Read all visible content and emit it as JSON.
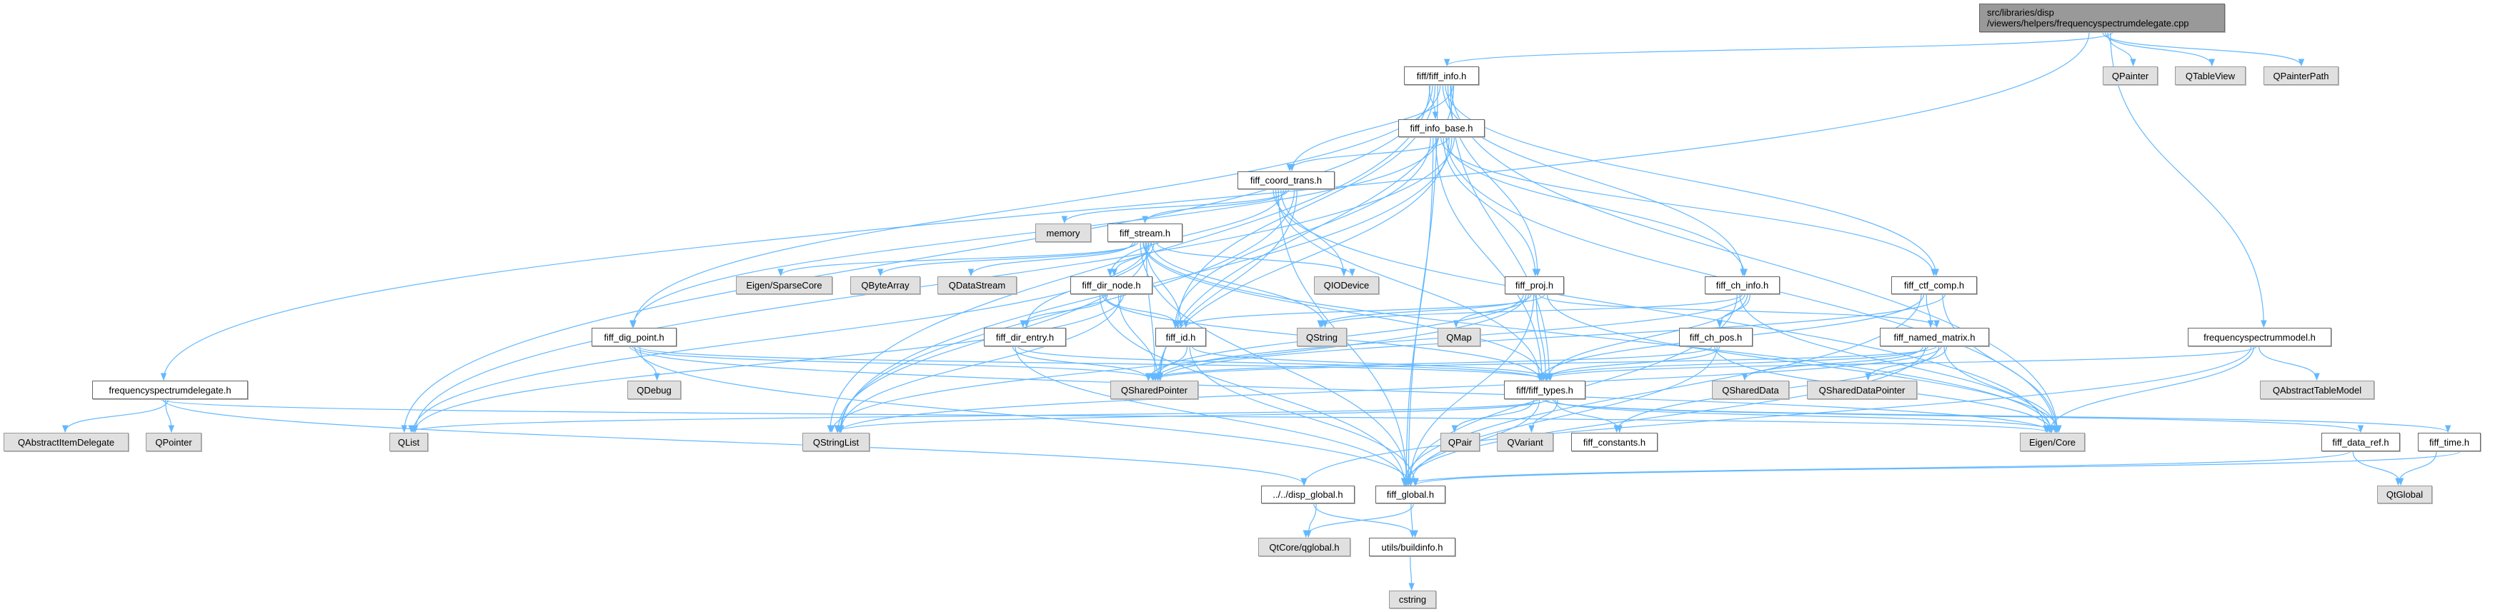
{
  "graph": {
    "colors": {
      "edge": "#63b8ff",
      "node_fill": "#ffffff",
      "external_fill": "#e0e0e0",
      "root_fill": "#999999",
      "border": "#666666"
    },
    "nodes": {
      "root": {
        "label": "src/libraries/disp\n/viewers/helpers/frequencyspectrumdelegate.cpp",
        "kind": "root"
      },
      "info": {
        "label": "fiff/fiff_info.h",
        "kind": "file"
      },
      "QPainter": {
        "label": "QPainter",
        "kind": "ext"
      },
      "QTableView": {
        "label": "QTableView",
        "kind": "ext"
      },
      "QPainterPath": {
        "label": "QPainterPath",
        "kind": "ext"
      },
      "info_base": {
        "label": "fiff_info_base.h",
        "kind": "file"
      },
      "coord_trans": {
        "label": "fiff_coord_trans.h",
        "kind": "file"
      },
      "memory": {
        "label": "memory",
        "kind": "ext"
      },
      "stream": {
        "label": "fiff_stream.h",
        "kind": "file"
      },
      "SparseCore": {
        "label": "Eigen/SparseCore",
        "kind": "ext"
      },
      "QByteArray": {
        "label": "QByteArray",
        "kind": "ext"
      },
      "QDataStream": {
        "label": "QDataStream",
        "kind": "ext"
      },
      "dir_node": {
        "label": "fiff_dir_node.h",
        "kind": "file"
      },
      "QIODevice": {
        "label": "QIODevice",
        "kind": "ext"
      },
      "proj": {
        "label": "fiff_proj.h",
        "kind": "file"
      },
      "ch_info": {
        "label": "fiff_ch_info.h",
        "kind": "file"
      },
      "ctf_comp": {
        "label": "fiff_ctf_comp.h",
        "kind": "file"
      },
      "dig_point": {
        "label": "fiff_dig_point.h",
        "kind": "file"
      },
      "dir_entry": {
        "label": "fiff_dir_entry.h",
        "kind": "file"
      },
      "id": {
        "label": "fiff_id.h",
        "kind": "file"
      },
      "QString": {
        "label": "QString",
        "kind": "ext"
      },
      "QMap": {
        "label": "QMap",
        "kind": "ext"
      },
      "ch_pos": {
        "label": "fiff_ch_pos.h",
        "kind": "file"
      },
      "named_matrix": {
        "label": "fiff_named_matrix.h",
        "kind": "file"
      },
      "fsmodel": {
        "label": "frequencyspectrummodel.h",
        "kind": "file"
      },
      "fsdelegate": {
        "label": "frequencyspectrumdelegate.h",
        "kind": "file"
      },
      "QDebug": {
        "label": "QDebug",
        "kind": "ext"
      },
      "QSharedPointer": {
        "label": "QSharedPointer",
        "kind": "ext"
      },
      "types": {
        "label": "fiff/fiff_types.h",
        "kind": "file"
      },
      "QSharedData": {
        "label": "QSharedData",
        "kind": "ext"
      },
      "QSharedDataPointer": {
        "label": "QSharedDataPointer",
        "kind": "ext"
      },
      "QAbstractTableModel": {
        "label": "QAbstractTableModel",
        "kind": "ext"
      },
      "QAbstractItemDelegate": {
        "label": "QAbstractItemDelegate",
        "kind": "ext"
      },
      "QPointer": {
        "label": "QPointer",
        "kind": "ext"
      },
      "QList": {
        "label": "QList",
        "kind": "ext"
      },
      "QStringList": {
        "label": "QStringList",
        "kind": "ext"
      },
      "QPair": {
        "label": "QPair",
        "kind": "ext"
      },
      "QVariant": {
        "label": "QVariant",
        "kind": "ext"
      },
      "constants": {
        "label": "fiff_constants.h",
        "kind": "file"
      },
      "EigenCore": {
        "label": "Eigen/Core",
        "kind": "ext"
      },
      "data_ref": {
        "label": "fiff_data_ref.h",
        "kind": "file"
      },
      "time": {
        "label": "fiff_time.h",
        "kind": "file"
      },
      "disp_global": {
        "label": "../../disp_global.h",
        "kind": "file"
      },
      "global": {
        "label": "fiff_global.h",
        "kind": "file"
      },
      "QtGlobal": {
        "label": "QtGlobal",
        "kind": "ext"
      },
      "qglobal": {
        "label": "QtCore/qglobal.h",
        "kind": "ext"
      },
      "buildinfo": {
        "label": "utils/buildinfo.h",
        "kind": "file"
      },
      "cstring": {
        "label": "cstring",
        "kind": "ext"
      }
    },
    "edges": [
      [
        "root",
        "fsdelegate"
      ],
      [
        "root",
        "info"
      ],
      [
        "root",
        "fsmodel"
      ],
      [
        "root",
        "QPainter"
      ],
      [
        "root",
        "QTableView"
      ],
      [
        "root",
        "QPainterPath"
      ],
      [
        "fsdelegate",
        "QAbstractItemDelegate"
      ],
      [
        "fsdelegate",
        "QPointer"
      ],
      [
        "fsdelegate",
        "disp_global"
      ],
      [
        "fsdelegate",
        "EigenCore"
      ],
      [
        "info",
        "info_base"
      ],
      [
        "info",
        "coord_trans"
      ],
      [
        "info",
        "types"
      ],
      [
        "info",
        "proj"
      ],
      [
        "info",
        "ctf_comp"
      ],
      [
        "info",
        "ch_info"
      ],
      [
        "info",
        "dig_point"
      ],
      [
        "info",
        "global"
      ],
      [
        "info",
        "id"
      ],
      [
        "info",
        "QList"
      ],
      [
        "info",
        "QStringList"
      ],
      [
        "info",
        "QSharedPointer"
      ],
      [
        "info",
        "EigenCore"
      ],
      [
        "info_base",
        "coord_trans"
      ],
      [
        "info_base",
        "ch_info"
      ],
      [
        "info_base",
        "proj"
      ],
      [
        "info_base",
        "ctf_comp"
      ],
      [
        "info_base",
        "dig_point"
      ],
      [
        "info_base",
        "types"
      ],
      [
        "info_base",
        "global"
      ],
      [
        "info_base",
        "id"
      ],
      [
        "info_base",
        "QList"
      ],
      [
        "info_base",
        "QStringList"
      ],
      [
        "info_base",
        "QSharedPointer"
      ],
      [
        "info_base",
        "EigenCore"
      ],
      [
        "coord_trans",
        "memory"
      ],
      [
        "coord_trans",
        "stream"
      ],
      [
        "coord_trans",
        "dir_node"
      ],
      [
        "coord_trans",
        "QIODevice"
      ],
      [
        "coord_trans",
        "global"
      ],
      [
        "coord_trans",
        "types"
      ],
      [
        "coord_trans",
        "EigenCore"
      ],
      [
        "coord_trans",
        "QSharedPointer"
      ],
      [
        "coord_trans",
        "QStringList"
      ],
      [
        "stream",
        "dir_node"
      ],
      [
        "stream",
        "dir_entry"
      ],
      [
        "stream",
        "id"
      ],
      [
        "stream",
        "types"
      ],
      [
        "stream",
        "global"
      ],
      [
        "stream",
        "SparseCore"
      ],
      [
        "stream",
        "QByteArray"
      ],
      [
        "stream",
        "QDataStream"
      ],
      [
        "stream",
        "QIODevice"
      ],
      [
        "stream",
        "QList"
      ],
      [
        "stream",
        "QString"
      ],
      [
        "stream",
        "QStringList"
      ],
      [
        "stream",
        "QSharedPointer"
      ],
      [
        "stream",
        "EigenCore"
      ],
      [
        "dir_node",
        "dir_entry"
      ],
      [
        "dir_node",
        "id"
      ],
      [
        "dir_node",
        "types"
      ],
      [
        "dir_node",
        "global"
      ],
      [
        "dir_node",
        "QList"
      ],
      [
        "dir_node",
        "QStringList"
      ],
      [
        "dir_node",
        "QSharedPointer"
      ],
      [
        "proj",
        "named_matrix"
      ],
      [
        "proj",
        "types"
      ],
      [
        "proj",
        "global"
      ],
      [
        "proj",
        "QString"
      ],
      [
        "proj",
        "QMap"
      ],
      [
        "proj",
        "QStringList"
      ],
      [
        "proj",
        "QSharedPointer"
      ],
      [
        "proj",
        "EigenCore"
      ],
      [
        "proj",
        "id"
      ],
      [
        "ch_info",
        "ch_pos"
      ],
      [
        "ch_info",
        "types"
      ],
      [
        "ch_info",
        "QSharedPointer"
      ],
      [
        "ch_info",
        "QString"
      ],
      [
        "ch_info",
        "EigenCore"
      ],
      [
        "ch_info",
        "global"
      ],
      [
        "ctf_comp",
        "named_matrix"
      ],
      [
        "ctf_comp",
        "types"
      ],
      [
        "ctf_comp",
        "global"
      ],
      [
        "ctf_comp",
        "QSharedPointer"
      ],
      [
        "ctf_comp",
        "EigenCore"
      ],
      [
        "dig_point",
        "QDebug"
      ],
      [
        "dig_point",
        "types"
      ],
      [
        "dig_point",
        "global"
      ],
      [
        "dig_point",
        "QSharedPointer"
      ],
      [
        "dig_point",
        "EigenCore"
      ],
      [
        "dir_entry",
        "types"
      ],
      [
        "dir_entry",
        "global"
      ],
      [
        "dir_entry",
        "QSharedPointer"
      ],
      [
        "id",
        "types"
      ],
      [
        "id",
        "global"
      ],
      [
        "id",
        "QSharedPointer"
      ],
      [
        "ch_pos",
        "types"
      ],
      [
        "ch_pos",
        "global"
      ],
      [
        "ch_pos",
        "EigenCore"
      ],
      [
        "ch_pos",
        "QSharedPointer"
      ],
      [
        "named_matrix",
        "types"
      ],
      [
        "named_matrix",
        "global"
      ],
      [
        "named_matrix",
        "QSharedData"
      ],
      [
        "named_matrix",
        "QSharedDataPointer"
      ],
      [
        "named_matrix",
        "EigenCore"
      ],
      [
        "named_matrix",
        "QStringList"
      ],
      [
        "named_matrix",
        "constants"
      ],
      [
        "named_matrix",
        "QSharedPointer"
      ],
      [
        "fsmodel",
        "QAbstractTableModel"
      ],
      [
        "fsmodel",
        "types"
      ],
      [
        "fsmodel",
        "EigenCore"
      ],
      [
        "fsmodel",
        "disp_global"
      ],
      [
        "types",
        "QPair"
      ],
      [
        "types",
        "QVariant"
      ],
      [
        "types",
        "constants"
      ],
      [
        "types",
        "EigenCore"
      ],
      [
        "types",
        "QList"
      ],
      [
        "types",
        "QStringList"
      ],
      [
        "types",
        "data_ref"
      ],
      [
        "types",
        "time"
      ],
      [
        "types",
        "global"
      ],
      [
        "data_ref",
        "QtGlobal"
      ],
      [
        "data_ref",
        "global"
      ],
      [
        "time",
        "QtGlobal"
      ],
      [
        "time",
        "global"
      ],
      [
        "disp_global",
        "qglobal"
      ],
      [
        "disp_global",
        "buildinfo"
      ],
      [
        "global",
        "qglobal"
      ],
      [
        "global",
        "buildinfo"
      ],
      [
        "buildinfo",
        "cstring"
      ]
    ]
  }
}
